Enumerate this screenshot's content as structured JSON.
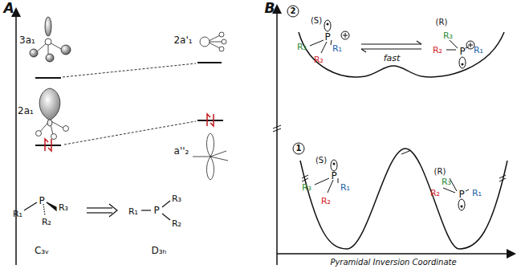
{
  "diagram": {
    "labels": [
      "A",
      "3a₁",
      "2a'₁",
      "2a₁",
      "a''₂",
      "R₁",
      "P",
      "R₃",
      "R₂",
      "R₁",
      "P",
      "R₃",
      "R₂",
      "C₃ᵥ",
      "D₃ₕ",
      "B",
      "2",
      "(S)",
      "P",
      "R₃",
      "R₁",
      "R₂",
      "(R)",
      "R₃",
      "R₂",
      "R₁",
      "P",
      "fast",
      "1",
      "(S)",
      "P",
      "R₃",
      "R₁",
      "R₂",
      "(R)",
      "R₃",
      "R₂",
      "R₁",
      "P",
      "Pyramidal Inversion Coordinate"
    ]
  }
}
